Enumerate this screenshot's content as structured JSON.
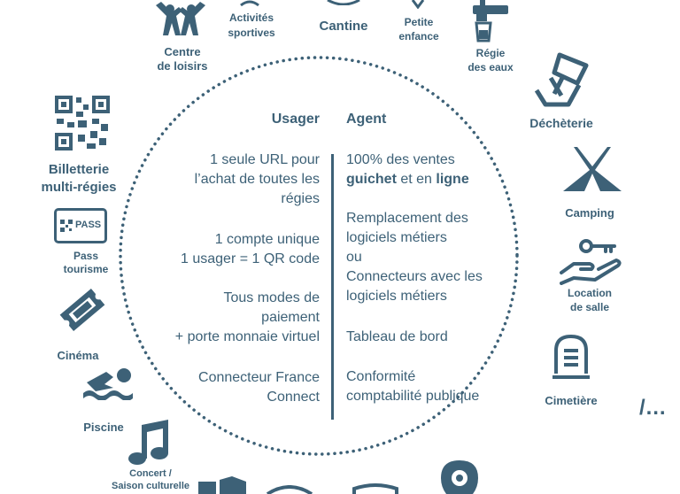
{
  "center": {
    "usager": {
      "heading": "Usager",
      "blocks": [
        "1 seule URL pour\nl’achat de toutes les\nrégies",
        "1 compte unique\n1 usager = 1 QR code",
        "Tous modes de\npaiement\n+ porte monnaie virtuel",
        "Connecteur France\nConnect"
      ]
    },
    "agent": {
      "heading": "Agent",
      "line1": "100% des ventes",
      "line2_bold_1": "guichet",
      "line2_mid": " et en ",
      "line2_bold_2": "ligne",
      "blocks": [
        "Remplacement des\nlogiciels métiers\nou\nConnecteurs avec les\nlogiciels métiers",
        "Tableau de bord",
        "Conformité\ncomptabilité publique"
      ]
    }
  },
  "services": {
    "centre_loisirs": "Centre\nde loisirs",
    "activites": "Activités\nsportives",
    "cantine": "Cantine",
    "petite_enfance": "Petite\nenfance",
    "regie_eaux": "Régie\ndes eaux",
    "decheterie": "Déchèterie",
    "camping": "Camping",
    "location_salle": "Location\nde salle",
    "cimetiere": "Cimetière",
    "ellipsis": "/…",
    "billetterie": "Billetterie\nmulti-régies",
    "pass_badge": "PASS",
    "pass_tourisme": "Pass\ntourisme",
    "cinema": "Cinéma",
    "piscine": "Piscine",
    "concert": "Concert /\nSaison culturelle"
  },
  "colors": {
    "primary": "#3d6177"
  }
}
